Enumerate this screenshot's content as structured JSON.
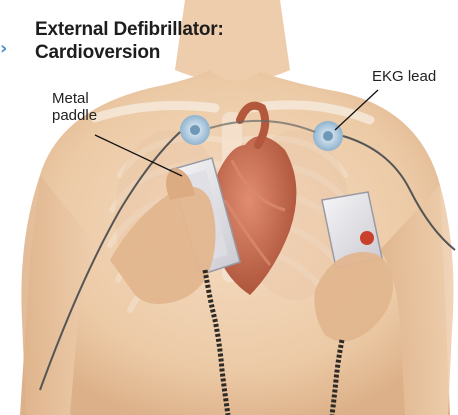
{
  "figure": {
    "title_line1": "External Defibrillator:",
    "title_line2": "Cardioversion",
    "labels": {
      "paddle_line1": "Metal",
      "paddle_line2": "paddle",
      "ekg": "EKG lead"
    },
    "colors": {
      "skin": "#f2d3b4",
      "skin_shadow": "#e2b68e",
      "heart": "#c8694a",
      "ekg_pad": "#8fb4cf",
      "paddle": "#e8e8ec",
      "paddle_button": "#c9412d",
      "cable": "#2f2a26",
      "accent_arrow": "#4a8fd0"
    }
  }
}
